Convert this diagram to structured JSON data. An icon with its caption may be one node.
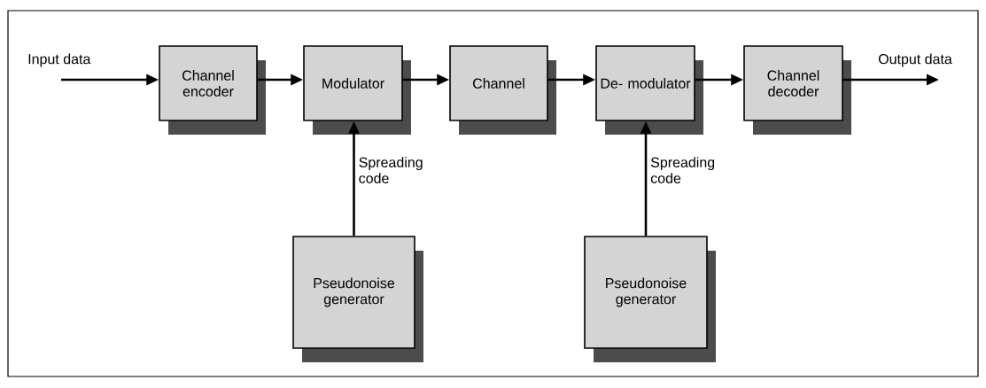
{
  "diagram": {
    "nodes": [
      {
        "text": [
          "Channel encoder"
        ]
      },
      {
        "text": [
          "Modulator"
        ]
      },
      {
        "text": [
          "Channel"
        ]
      },
      {
        "text": [
          "De- modulator"
        ]
      },
      {
        "text": [
          "Channel decoder"
        ]
      },
      {
        "text": [
          "Pseudonoise generator"
        ]
      },
      {
        "text": [
          "Pseudonoise generator"
        ]
      }
    ],
    "edges": [
      {
        "from": null,
        "to": 0,
        "arrow": "to",
        "label": "Input data"
      },
      {
        "from": 0,
        "to": 1,
        "arrow": "to"
      },
      {
        "from": 1,
        "to": 2,
        "arrow": "to"
      },
      {
        "from": 2,
        "to": 3,
        "arrow": "to"
      },
      {
        "from": 3,
        "to": 4,
        "arrow": "to"
      },
      {
        "from": 4,
        "to": null,
        "arrow": "to",
        "label": "Output data"
      },
      {
        "from": 5,
        "to": 1,
        "arrow": "to",
        "label": "Spreading code"
      },
      {
        "from": 6,
        "to": 3,
        "arrow": "to",
        "label": "Spreading code"
      }
    ]
  }
}
